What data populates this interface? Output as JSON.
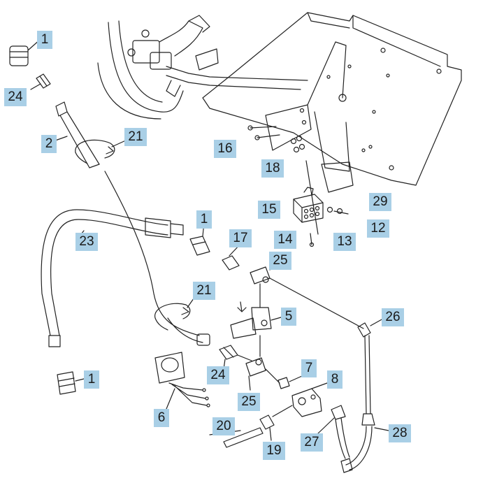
{
  "callouts": [
    {
      "id": "c1a",
      "label": "1"
    },
    {
      "id": "c24a",
      "label": "24"
    },
    {
      "id": "c2",
      "label": "2"
    },
    {
      "id": "c21a",
      "label": "21"
    },
    {
      "id": "c16",
      "label": "16"
    },
    {
      "id": "c18",
      "label": "18"
    },
    {
      "id": "c29",
      "label": "29"
    },
    {
      "id": "c15",
      "label": "15"
    },
    {
      "id": "c12",
      "label": "12"
    },
    {
      "id": "c14",
      "label": "14"
    },
    {
      "id": "c13",
      "label": "13"
    },
    {
      "id": "c23",
      "label": "23"
    },
    {
      "id": "c1b",
      "label": "1"
    },
    {
      "id": "c17",
      "label": "17"
    },
    {
      "id": "c25a",
      "label": "25"
    },
    {
      "id": "c21b",
      "label": "21"
    },
    {
      "id": "c5",
      "label": "5"
    },
    {
      "id": "c26",
      "label": "26"
    },
    {
      "id": "c1c",
      "label": "1"
    },
    {
      "id": "c24b",
      "label": "24"
    },
    {
      "id": "c7",
      "label": "7"
    },
    {
      "id": "c8",
      "label": "8"
    },
    {
      "id": "c25b",
      "label": "25"
    },
    {
      "id": "c6",
      "label": "6"
    },
    {
      "id": "c20",
      "label": "20"
    },
    {
      "id": "c19",
      "label": "19"
    },
    {
      "id": "c27",
      "label": "27"
    },
    {
      "id": "c28",
      "label": "28"
    }
  ]
}
